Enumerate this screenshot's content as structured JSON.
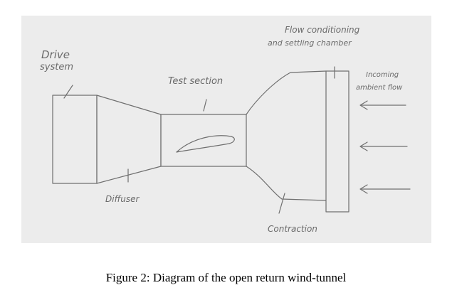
{
  "caption": "Figure 2: Diagram of the open return wind-tunnel",
  "labels": {
    "drive_system_line1": "Drive",
    "drive_system_line2": "system",
    "test_section": "Test section",
    "flow_conditioning_line1": "Flow conditioning",
    "flow_conditioning_line2": "and settling chamber",
    "incoming_line1": "Incoming",
    "incoming_line2": "ambient flow",
    "diffuser": "Diffuser",
    "contraction": "Contraction"
  }
}
